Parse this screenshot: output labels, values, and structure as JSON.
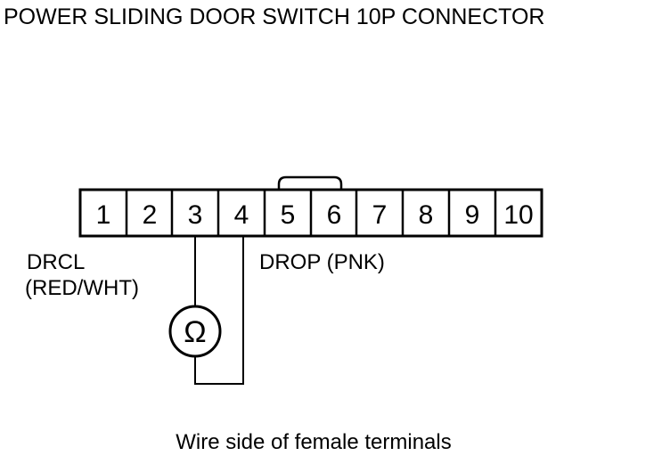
{
  "title": "POWER SLIDING DOOR SWITCH 10P CONNECTOR",
  "connector": {
    "pins": [
      "1",
      "2",
      "3",
      "4",
      "5",
      "6",
      "7",
      "8",
      "9",
      "10"
    ]
  },
  "labels": {
    "drcl_line1": "DRCL",
    "drcl_line2": "(RED/WHT)",
    "drop": "DROP (PNK)"
  },
  "meter": {
    "symbol": "Ω",
    "icon": "ohmmeter-icon",
    "connected_pins": [
      "3",
      "4"
    ]
  },
  "caption": "Wire side of female terminals"
}
